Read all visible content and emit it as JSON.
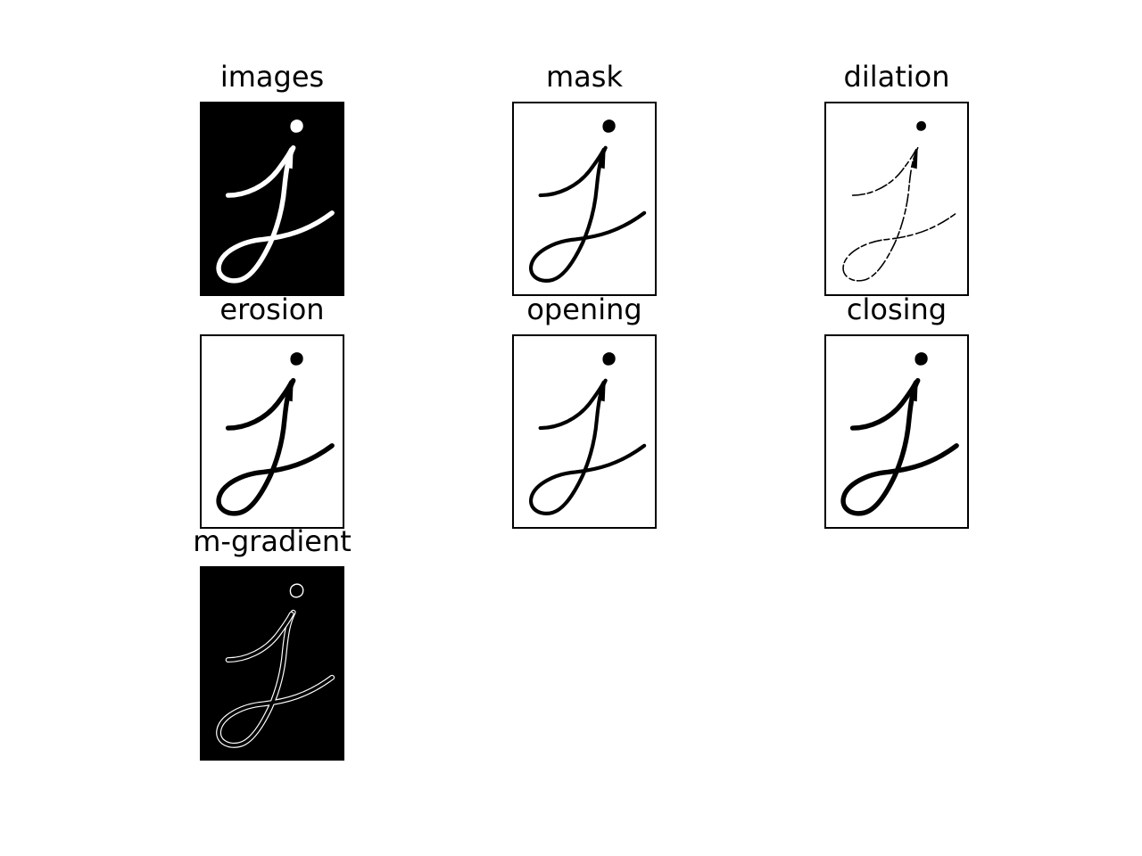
{
  "figure": {
    "panels": [
      {
        "id": "images",
        "title": "images",
        "background": "#000000",
        "stroke": "#ffffff",
        "style": "thick"
      },
      {
        "id": "mask",
        "title": "mask",
        "background": "#ffffff",
        "stroke": "#000000",
        "style": "medium"
      },
      {
        "id": "dilation",
        "title": "dilation",
        "background": "#ffffff",
        "stroke": "#000000",
        "style": "thin"
      },
      {
        "id": "erosion",
        "title": "erosion",
        "background": "#ffffff",
        "stroke": "#000000",
        "style": "thick"
      },
      {
        "id": "opening",
        "title": "opening",
        "background": "#ffffff",
        "stroke": "#000000",
        "style": "medium"
      },
      {
        "id": "closing",
        "title": "closing",
        "background": "#ffffff",
        "stroke": "#000000",
        "style": "thick"
      },
      {
        "id": "m-gradient",
        "title": "m-gradient",
        "background": "#000000",
        "stroke": "#ffffff",
        "style": "outline"
      }
    ]
  }
}
